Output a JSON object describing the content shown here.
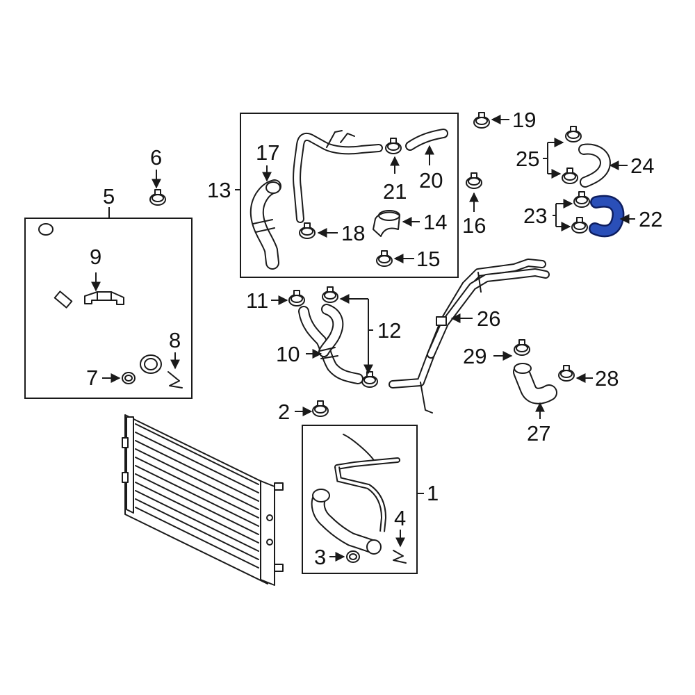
{
  "diagram": {
    "highlight_color": "#2a4fb8",
    "line_color": "#1a1a1a",
    "callouts": {
      "c1": "1",
      "c2": "2",
      "c3": "3",
      "c4": "4",
      "c5": "5",
      "c6": "6",
      "c7": "7",
      "c8": "8",
      "c9": "9",
      "c10": "10",
      "c11": "11",
      "c12": "12",
      "c13": "13",
      "c14": "14",
      "c15": "15",
      "c16": "16",
      "c17": "17",
      "c18": "18",
      "c19": "19",
      "c20": "20",
      "c21": "21",
      "c22": "22",
      "c23": "23",
      "c24": "24",
      "c25": "25",
      "c26": "26",
      "c27": "27",
      "c28": "28",
      "c29": "29"
    }
  }
}
